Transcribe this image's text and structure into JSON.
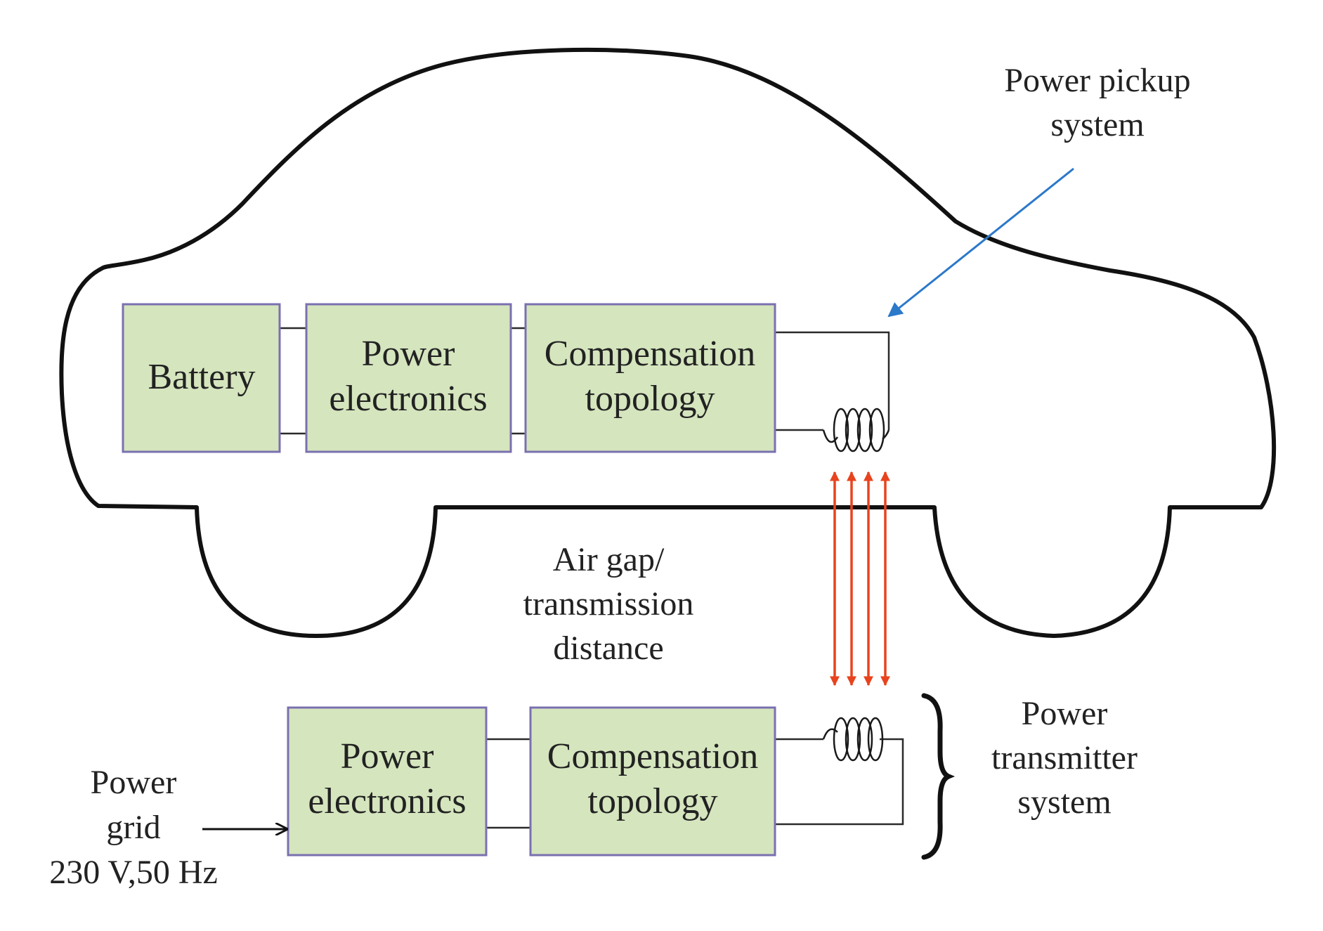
{
  "colors": {
    "block_fill": "#d5e5be",
    "block_stroke": "#7a70b0",
    "pickup_arrow": "#2b79c9",
    "field_arrows": "#e8431e"
  },
  "vehicle": {
    "battery": "Battery",
    "power_electronics": [
      "Power",
      "electronics"
    ],
    "compensation": [
      "Compensation",
      "topology"
    ]
  },
  "ground": {
    "power_electronics": [
      "Power",
      "electronics"
    ],
    "compensation": [
      "Compensation",
      "topology"
    ]
  },
  "labels": {
    "pickup": [
      "Power pickup",
      "system"
    ],
    "air_gap": [
      "Air gap/",
      "transmission",
      "distance"
    ],
    "transmitter": [
      "Power",
      "transmitter",
      "system"
    ],
    "grid": [
      "Power",
      "grid",
      "230 V,50 Hz"
    ]
  }
}
